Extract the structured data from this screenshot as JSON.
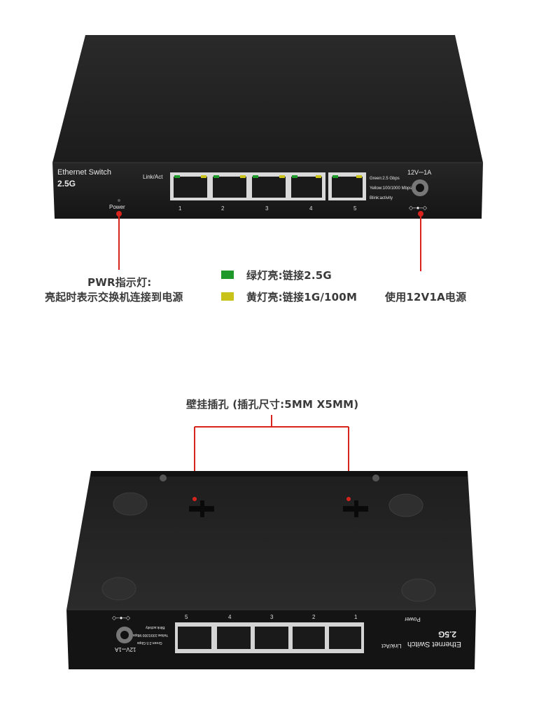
{
  "front": {
    "brand": "Ethernet Switch",
    "model": "2.5G",
    "link_act": "Link/Act",
    "legend_green": "Green:2.5 Gbps",
    "legend_yellow": "Yellow:100/1000 Mbps",
    "legend_blink": "Blink:activity",
    "power_label": "Power",
    "dc_label": "12V⎓1A",
    "ports": [
      "1",
      "2",
      "3",
      "4",
      "5"
    ]
  },
  "callouts": {
    "pwr_line1": "PWR指示灯:",
    "pwr_line2": "亮起时表示交换机连接到电源",
    "green_text": "绿灯亮:链接2.5G",
    "yellow_text": "黄灯亮:链接1G/100M",
    "power_supply": "使用12V1A电源",
    "mount_holes": "壁挂插孔 (插孔尺寸:5MM X5MM)"
  },
  "rear": {
    "brand": "Ethernet Switch",
    "model": "2.5G",
    "link_act": "Link/Act",
    "power_label": "Power",
    "dc_label": "12V⎓1A",
    "legend_green": "Green:2.5 Gbps",
    "legend_yellow": "Yellow:100/1000 Mbps",
    "legend_blink": "Blink:activity",
    "ports": [
      "5",
      "4",
      "3",
      "2",
      "1"
    ]
  },
  "colors": {
    "green_led": "#1f9a2a",
    "yellow_led": "#c9c21a",
    "callout_red": "#d8241c",
    "body_dark": "#1f1f1f"
  }
}
